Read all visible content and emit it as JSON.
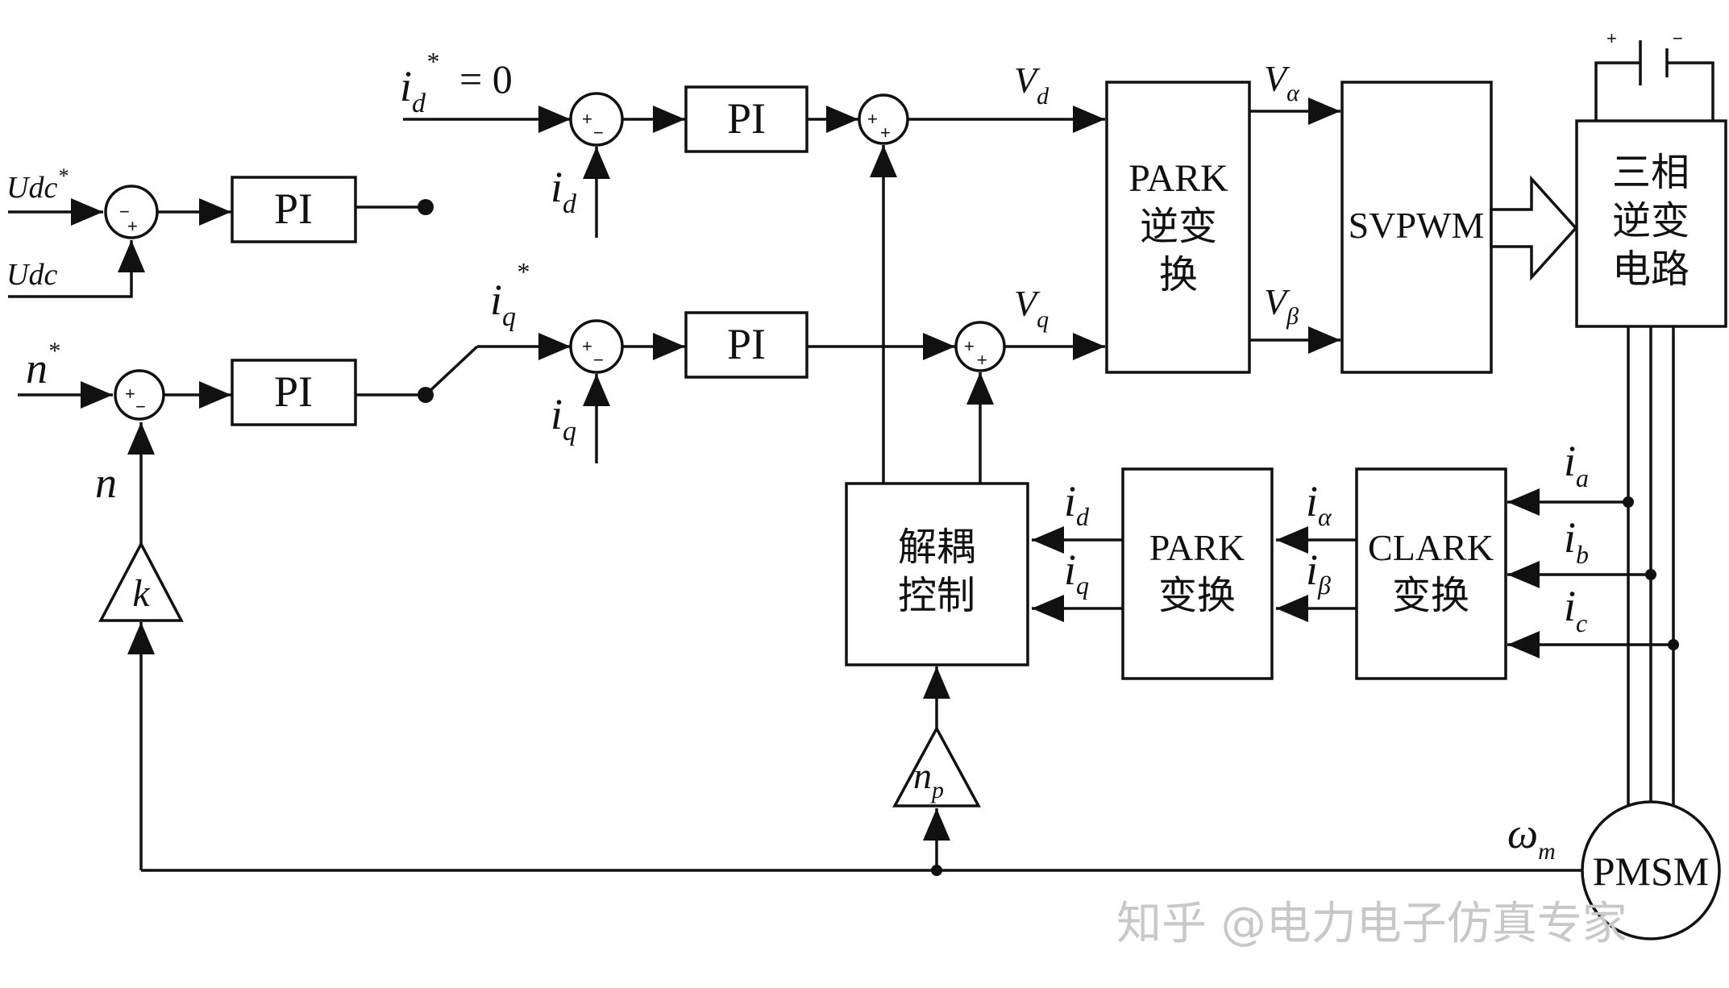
{
  "blocks": {
    "pi_udc": "PI",
    "pi_speed": "PI",
    "pi_d": "PI",
    "pi_q": "PI",
    "park_inv_1": "PARK",
    "park_inv_2": "逆变",
    "park_inv_3": "换",
    "svpwm": "SVPWM",
    "inverter_1": "三相",
    "inverter_2": "逆变",
    "inverter_3": "电路",
    "decouple_1": "解耦",
    "decouple_2": "控制",
    "park_1": "PARK",
    "park_2": "变换",
    "clark_1": "CLARK",
    "clark_2": "变换",
    "motor": "PMSM",
    "gain_k": "k",
    "gain_np": "n",
    "gain_np_sub": "p",
    "dc_plus": "+",
    "dc_minus": "−"
  },
  "signals": {
    "udc_ref": "Udc",
    "udc_ref_sup": "*",
    "udc": "Udc",
    "n_ref": "n",
    "n_ref_sup": "*",
    "n": "n",
    "id_ref": "i",
    "id_ref_sub": "d",
    "id_ref_sup": "*",
    "id_ref_value": "= 0",
    "iq_ref": "i",
    "iq_ref_sub": "q",
    "iq_ref_sup": "*",
    "id_fb": "i",
    "id_fb_sub": "d",
    "iq_fb": "i",
    "iq_fb_sub": "q",
    "vd": "V",
    "vd_sub": "d",
    "vq": "V",
    "vq_sub": "q",
    "valpha": "V",
    "valpha_sub": "α",
    "vbeta": "V",
    "vbeta_sub": "β",
    "id_out": "i",
    "id_out_sub": "d",
    "iq_out": "i",
    "iq_out_sub": "q",
    "ialpha": "i",
    "ialpha_sub": "α",
    "ibeta": "i",
    "ibeta_sub": "β",
    "ia": "i",
    "ia_sub": "a",
    "ib": "i",
    "ib_sub": "b",
    "ic": "i",
    "ic_sub": "c",
    "omega": "ω",
    "omega_sub": "m"
  },
  "summing_signs": {
    "udc_top": "−",
    "udc_bottom": "+",
    "speed_left": "+",
    "speed_bottom": "−",
    "d_left": "+",
    "d_bottom": "−",
    "q_left": "+",
    "q_bottom": "−",
    "vd_left": "+",
    "vd_bottom": "+",
    "vq_left": "+",
    "vq_bottom": "+"
  },
  "watermark": "知乎 @电力电子仿真专家"
}
